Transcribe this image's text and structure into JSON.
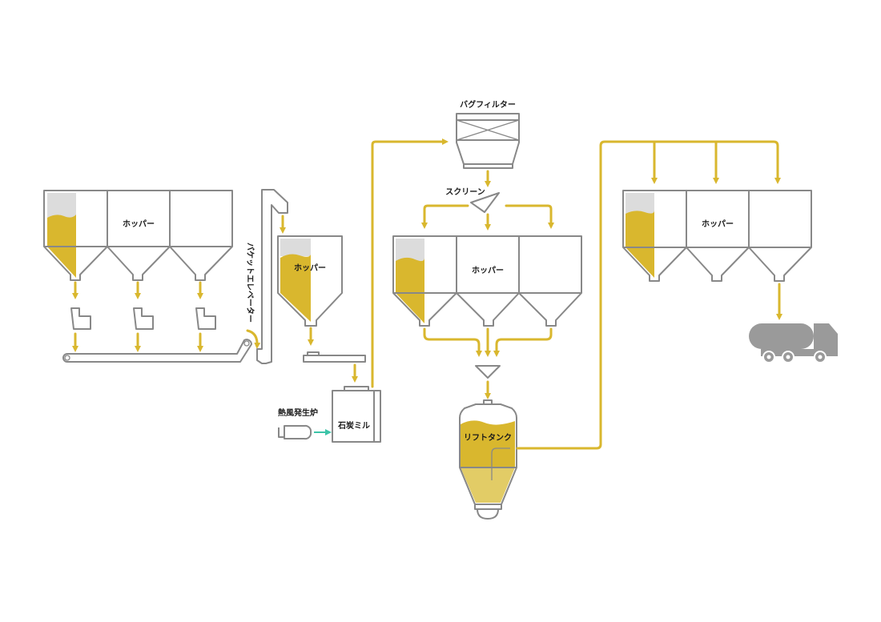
{
  "colors": {
    "flow": "#D9B72E",
    "product": "#D9B72E",
    "product_light": "#E2CC66",
    "equipment": "#888888",
    "headspace": "#DCDCDC",
    "hot_air": "#3CC4A8",
    "truck": "#9A9A9A"
  },
  "labels": {
    "hopper_group_1": "ホッパー",
    "bucket_elevator": "バケットエレベーター",
    "hopper_single": "ホッパー",
    "bag_filter": "バグフィルター",
    "screen": "スクリーン",
    "hopper_group_2": "ホッパー",
    "hot_air_generator": "熱風発生炉",
    "coal_mill": "石炭ミル",
    "lift_tank": "リフトタンク",
    "hopper_group_3": "ホッパー"
  },
  "icons": {
    "truck": "tanker-truck-icon",
    "bag": "bag-icon"
  }
}
